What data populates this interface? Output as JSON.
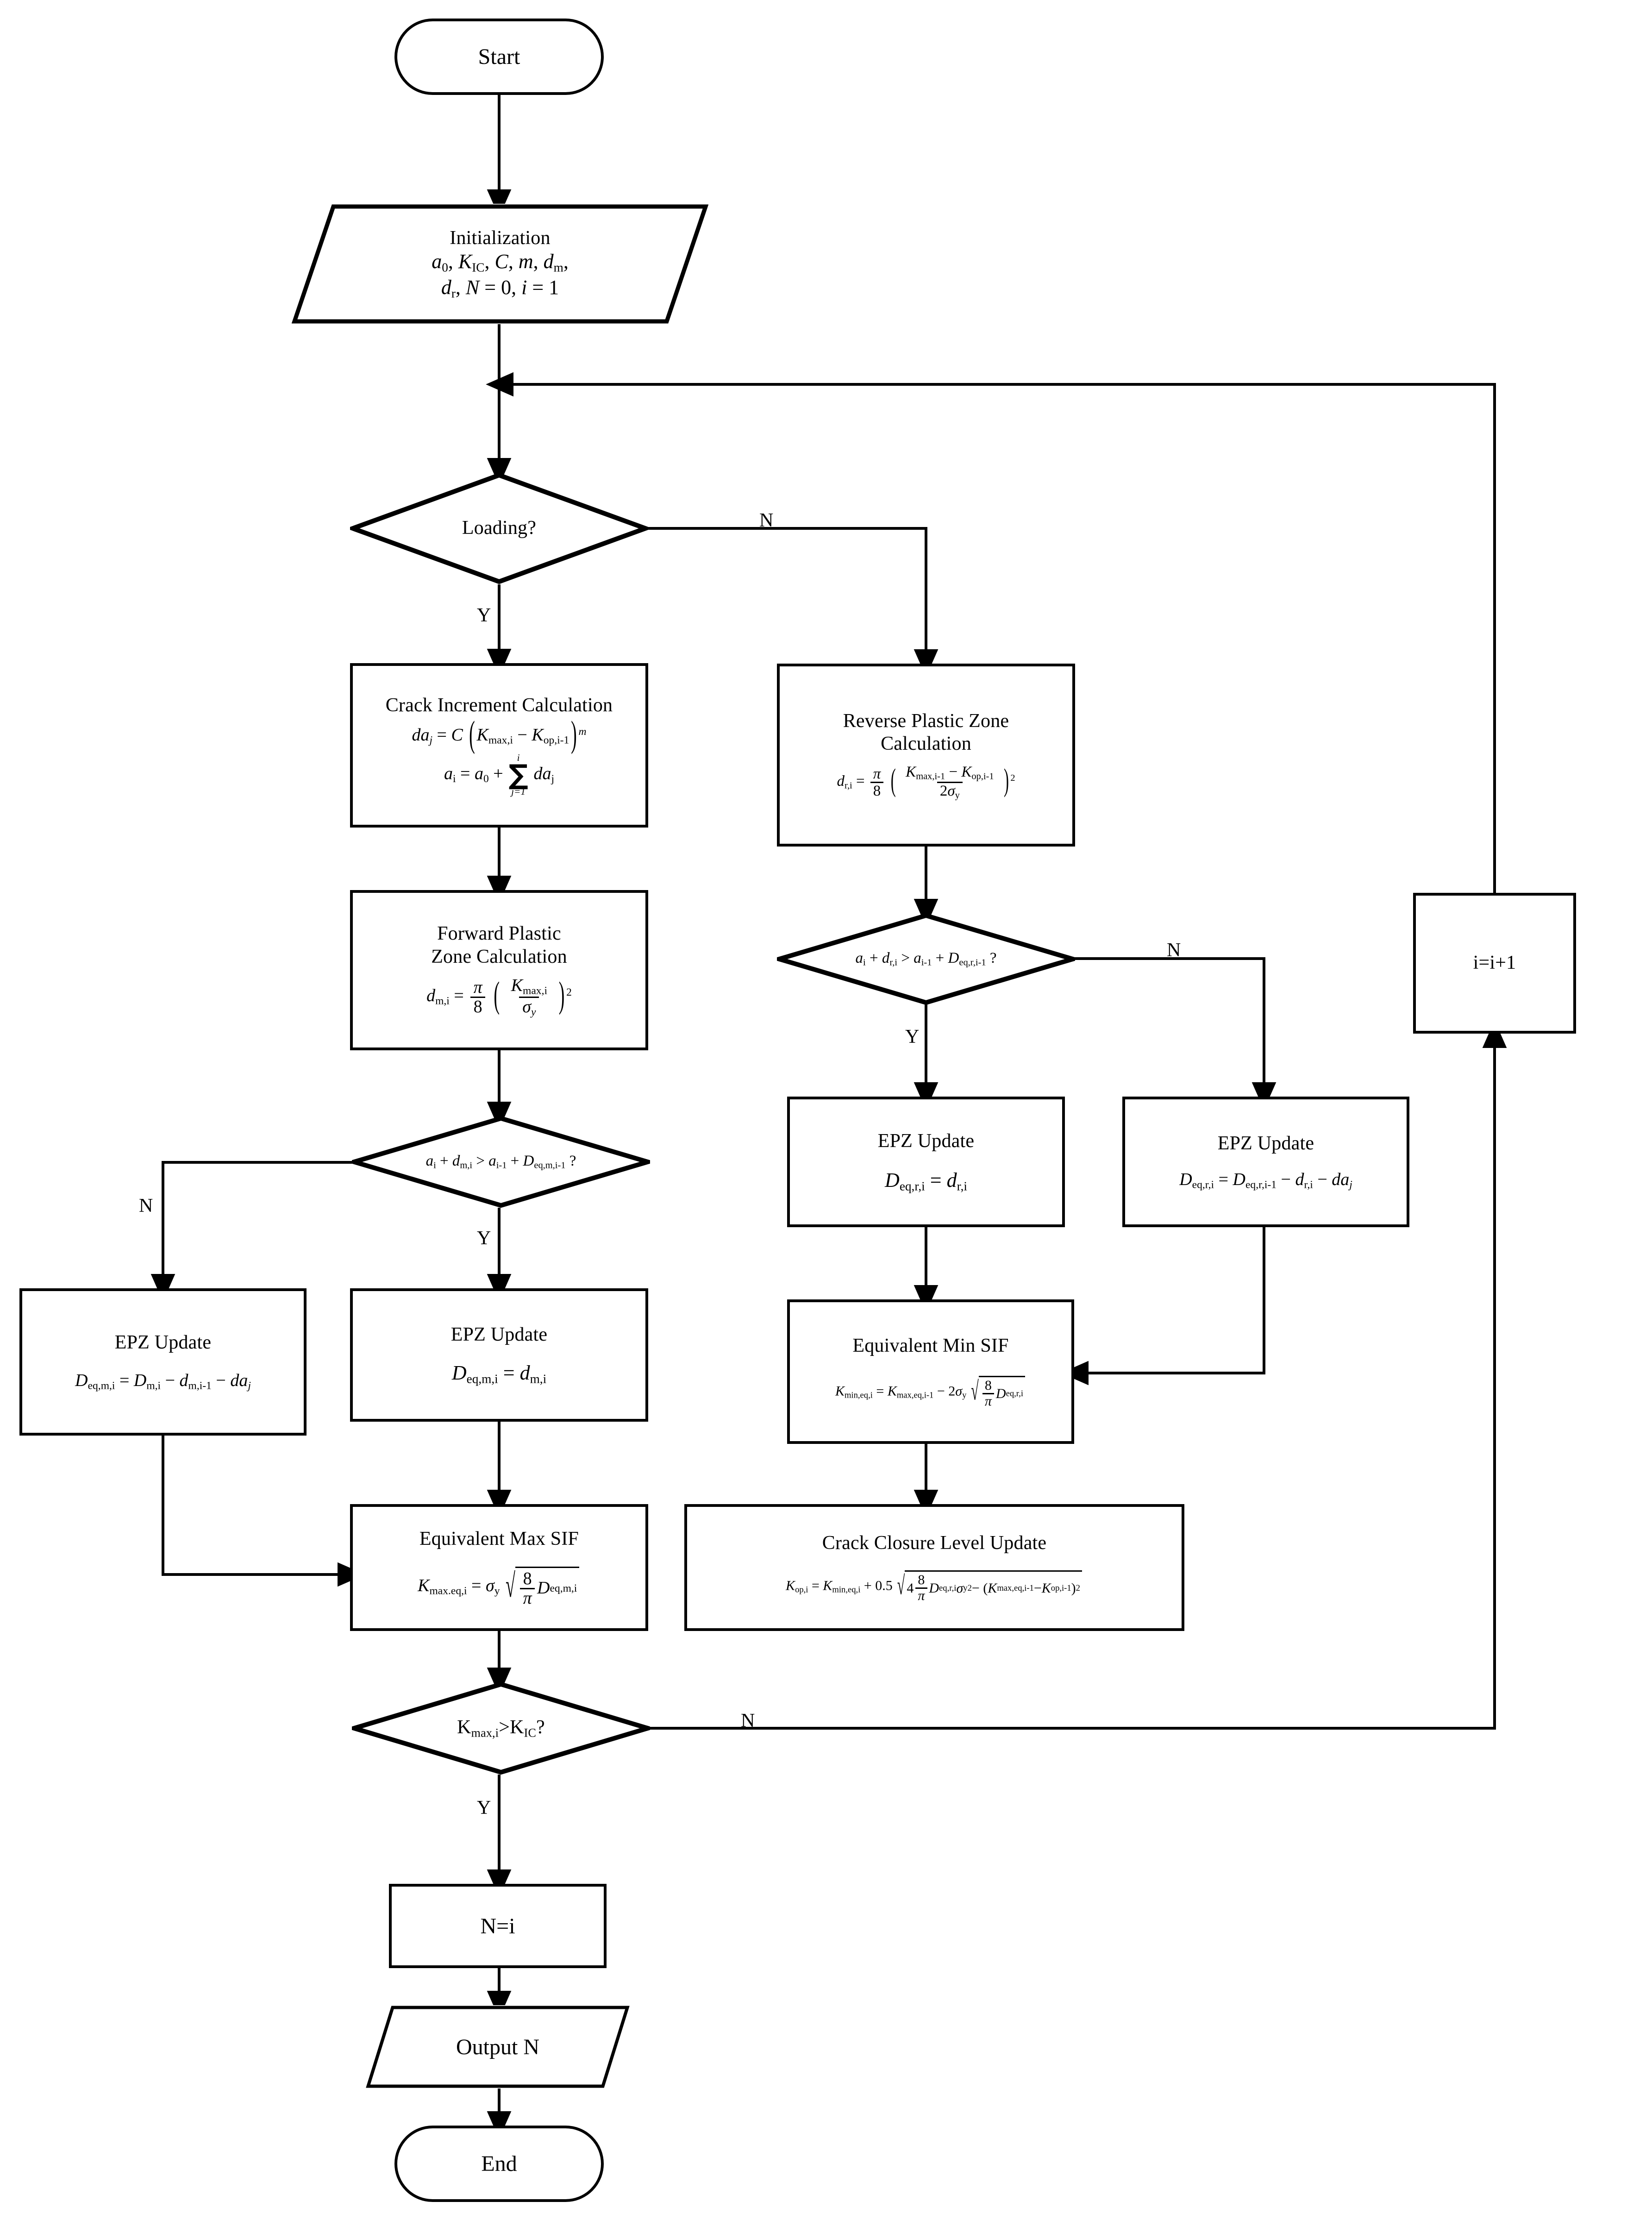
{
  "diagram": {
    "title": "Fatigue crack growth with plasticity-induced crack closure flowchart",
    "line_color": "#000000",
    "fill_color": "#ffffff"
  },
  "nodes": {
    "start": {
      "label": "Start",
      "shape": "terminator"
    },
    "initialization": {
      "title": "Initialization",
      "line1_pre": "a",
      "line1_sub": "0",
      "shape": "parallelogram",
      "text_plain": "Initialization  a0, KIC, C, m, dm,  dr, N = 0, i = 1"
    },
    "loading": {
      "label": "Loading?",
      "shape": "decision"
    },
    "crack_increment": {
      "title": "Crack Increment Calculation",
      "eq1_plain": "daj = C ( Kmax,i - Kop,i-1 )^m",
      "eq2_plain": "ai = a0 + sum(j=1..i) daj",
      "shape": "process"
    },
    "reverse_plastic_zone": {
      "title_line1": "Reverse Plastic Zone",
      "title_line2": "Calculation",
      "eq_plain": "dr,i = (pi/8) ( (Kmax,i-1 - Kop,i-1) / (2 sigma_y) )^2",
      "shape": "process"
    },
    "forward_plastic_zone": {
      "title_line1": "Forward Plastic",
      "title_line2": "Zone Calculation",
      "eq_plain": "dm,i = (pi/8) ( Kmax,i / sigma_y )^2",
      "shape": "process"
    },
    "decision_forward": {
      "label_plain": "ai + dm,i > ai-1 + Deq,m,i-1 ?",
      "shape": "decision"
    },
    "decision_reverse": {
      "label_plain": "ai + dr,i > ai-1 + Deq,r,i-1 ?",
      "shape": "decision"
    },
    "epz_update_left": {
      "title": "EPZ Update",
      "eq_plain": "Deq,m,i = Dm,i - dm,i-1 - daj",
      "shape": "process"
    },
    "epz_update_center": {
      "title": "EPZ Update",
      "eq_plain": "Deq,m,i = dm,i",
      "shape": "process"
    },
    "epz_update_rev_yes": {
      "title": "EPZ Update",
      "eq_plain": "Deq,r,i = dr,i",
      "shape": "process"
    },
    "epz_update_rev_no": {
      "title": "EPZ Update",
      "eq_plain": "Deq,r,i = Deq,r,i-1 - dr,i - daj",
      "shape": "process"
    },
    "equivalent_max_sif": {
      "title": "Equivalent Max SIF",
      "eq_plain": "Kmax.eq,i = sigma_y sqrt( (8/pi) Deq,m,i )",
      "shape": "process"
    },
    "equivalent_min_sif": {
      "title": "Equivalent Min SIF",
      "eq_plain": "Kmin,eq,i = Kmax,eq,i-1 - 2 sigma_y sqrt( (8/pi) Deq,r,i )",
      "shape": "process"
    },
    "crack_closure_update": {
      "title": "Crack Closure Level Update",
      "eq_plain": "Kop,i = Kmin,eq,i + 0.5 sqrt( 4 (8/pi) Deq,r,i sigma_y^2 - (Kmax,eq,i-1 - Kop,i-1)^2 )",
      "shape": "process"
    },
    "decision_kic": {
      "label_plain": "Kmax,i>KIC?",
      "shape": "decision"
    },
    "increment_i": {
      "label": "i=i+1",
      "shape": "process"
    },
    "assign_n": {
      "label": "N=i",
      "shape": "process"
    },
    "output_n": {
      "label": "Output N",
      "shape": "parallelogram"
    },
    "end": {
      "label": "End",
      "shape": "terminator"
    }
  },
  "edge_labels": {
    "loading_no": "N",
    "loading_yes": "Y",
    "forward_no": "N",
    "forward_yes": "Y",
    "reverse_no": "N",
    "reverse_yes": "Y",
    "kic_no": "N",
    "kic_yes": "Y"
  },
  "symbols": {
    "pi": "π",
    "sigma": "σ",
    "sum": "∑",
    "radical": "√",
    "greater": ">",
    "minus": "−",
    "plus": "+",
    "equals": "=",
    "question": "?"
  }
}
